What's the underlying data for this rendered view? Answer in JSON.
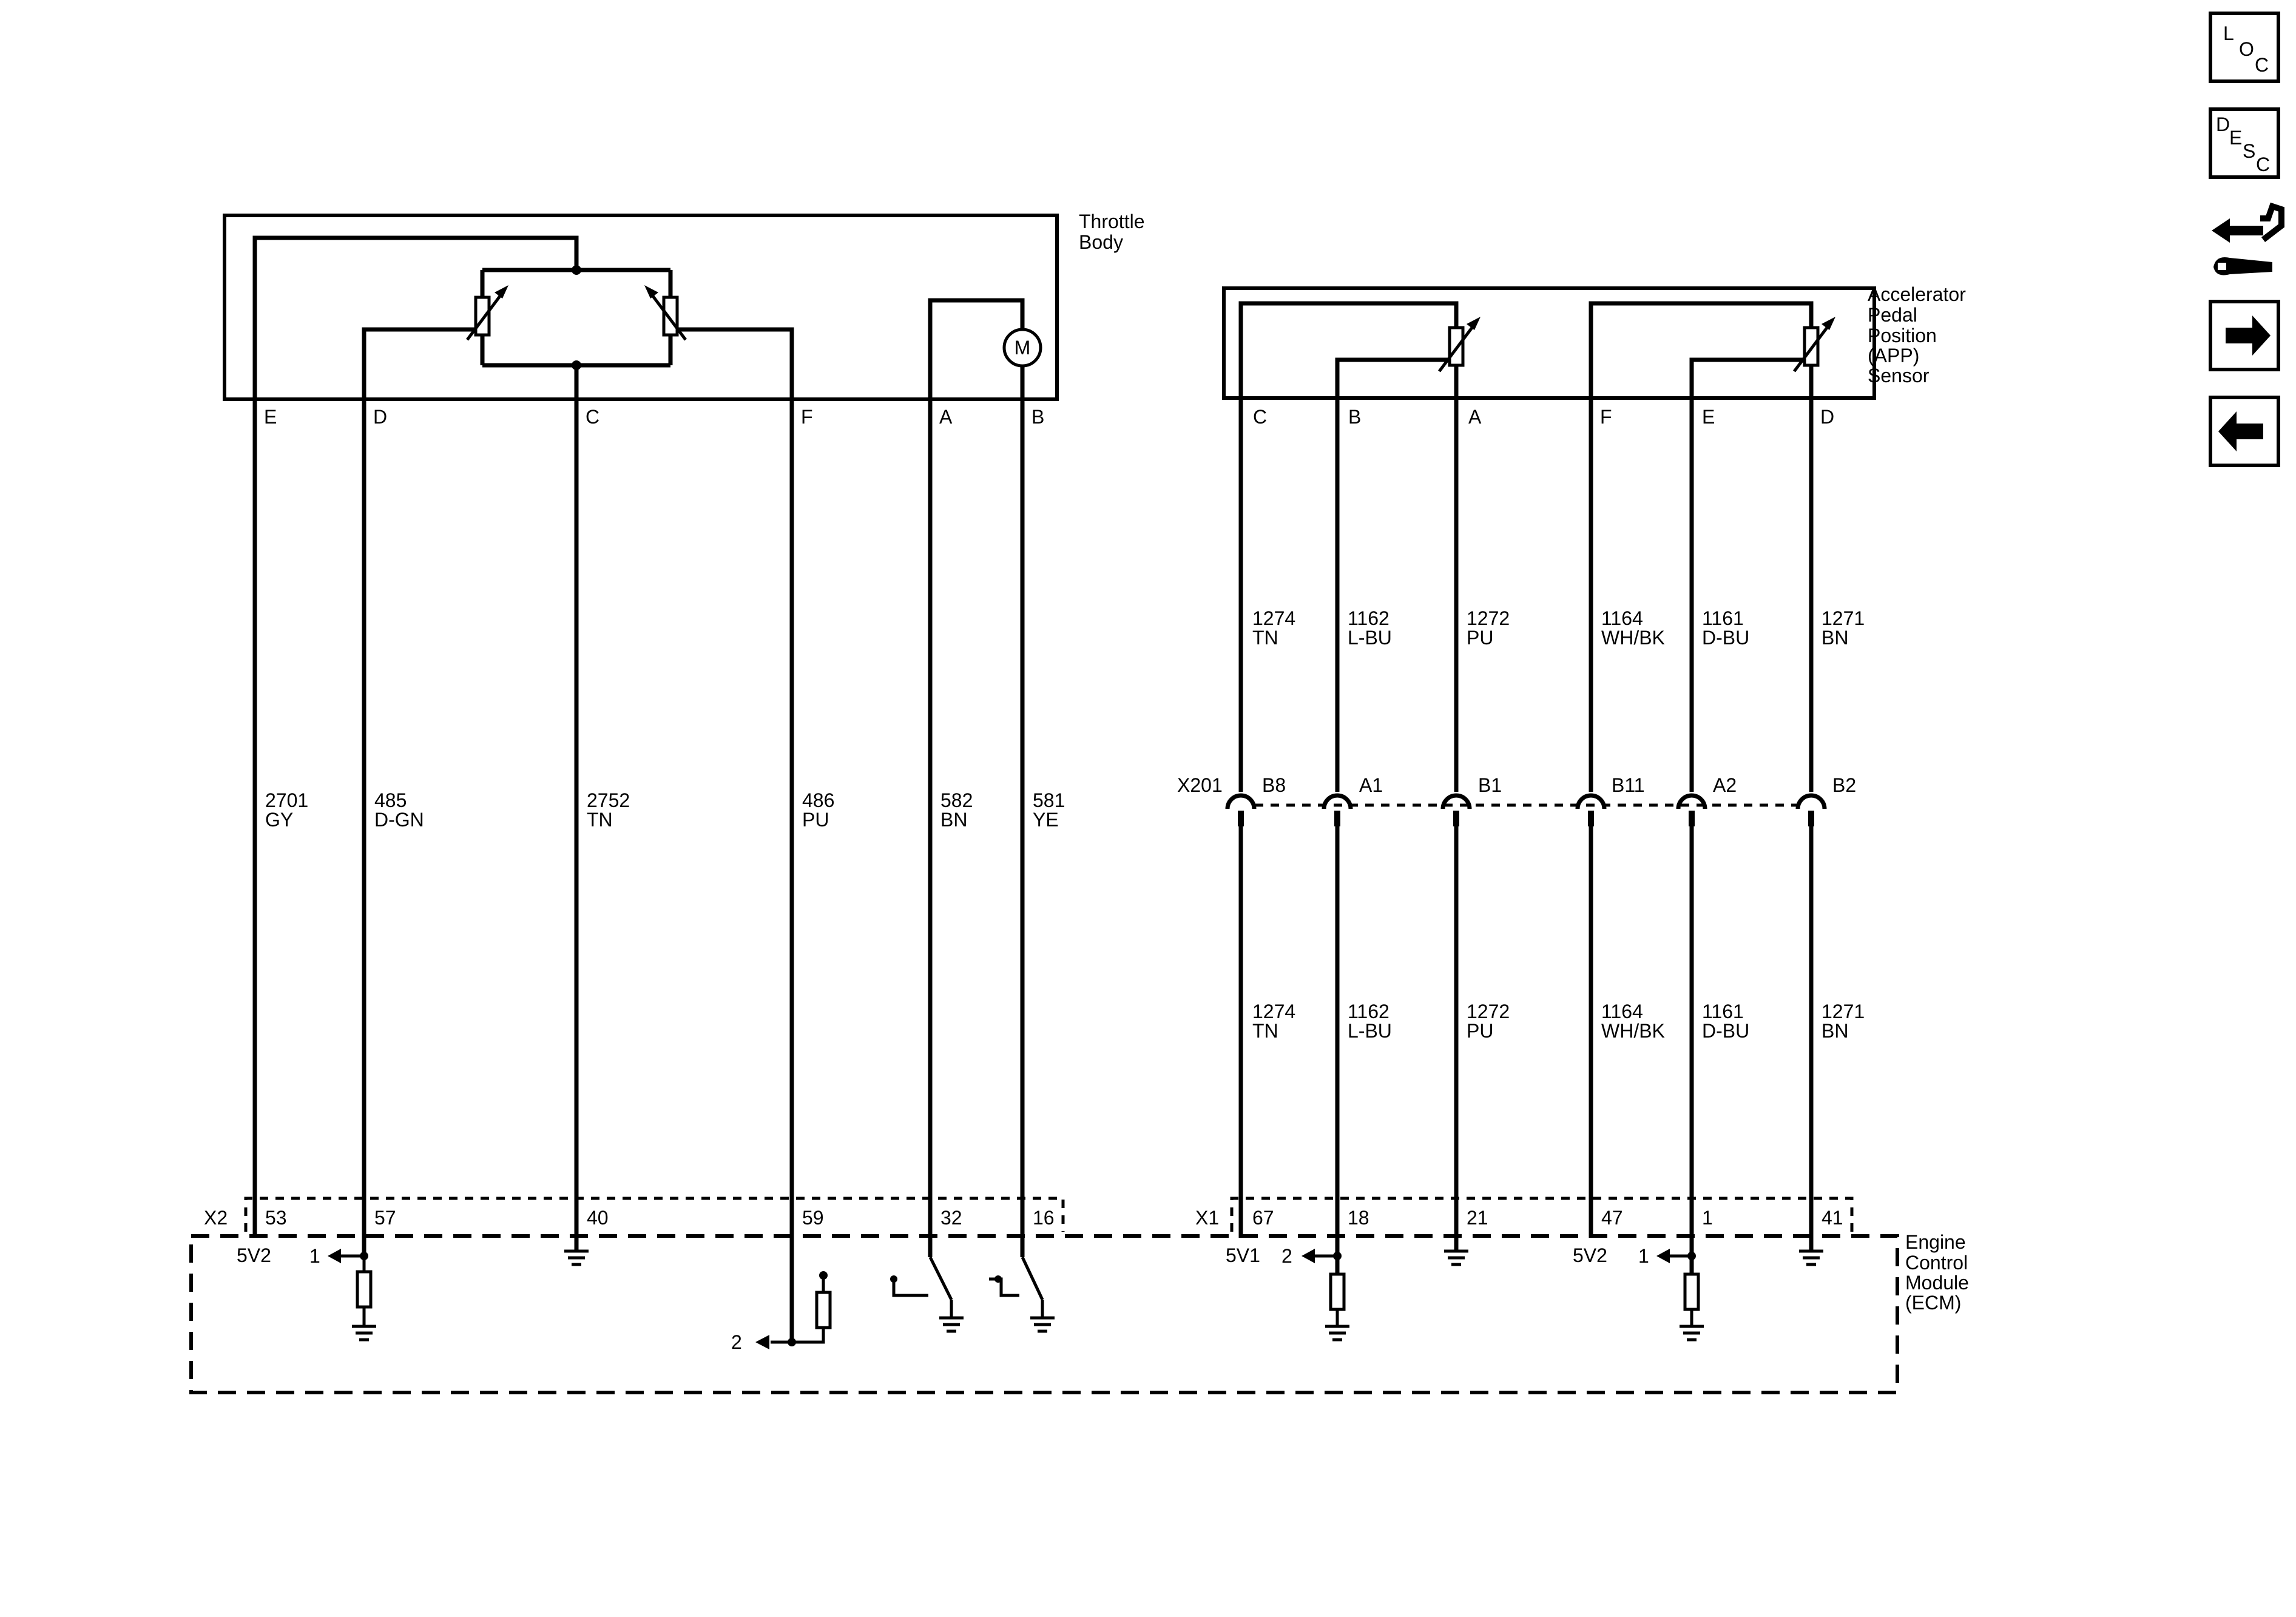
{
  "throttle_body": {
    "label_line1": "Throttle",
    "label_line2": "Body",
    "motor_symbol": "M",
    "pins": [
      "E",
      "D",
      "C",
      "F",
      "A",
      "B"
    ]
  },
  "app_sensor": {
    "label_lines": [
      "Accelerator",
      "Pedal",
      "Position",
      "(APP)",
      "Sensor"
    ],
    "pins": [
      "C",
      "B",
      "A",
      "F",
      "E",
      "D"
    ]
  },
  "throttle_wires": [
    {
      "circuit": "2701",
      "color": "GY"
    },
    {
      "circuit": "485",
      "color": "D-GN"
    },
    {
      "circuit": "2752",
      "color": "TN"
    },
    {
      "circuit": "486",
      "color": "PU"
    },
    {
      "circuit": "582",
      "color": "BN"
    },
    {
      "circuit": "581",
      "color": "YE"
    }
  ],
  "app_wires_upper": [
    {
      "circuit": "1274",
      "color": "TN"
    },
    {
      "circuit": "1162",
      "color": "L-BU"
    },
    {
      "circuit": "1272",
      "color": "PU"
    },
    {
      "circuit": "1164",
      "color": "WH/BK"
    },
    {
      "circuit": "1161",
      "color": "D-BU"
    },
    {
      "circuit": "1271",
      "color": "BN"
    }
  ],
  "app_wires_lower": [
    {
      "circuit": "1274",
      "color": "TN"
    },
    {
      "circuit": "1162",
      "color": "L-BU"
    },
    {
      "circuit": "1272",
      "color": "PU"
    },
    {
      "circuit": "1164",
      "color": "WH/BK"
    },
    {
      "circuit": "1161",
      "color": "D-BU"
    },
    {
      "circuit": "1271",
      "color": "BN"
    }
  ],
  "inline_connector": {
    "name": "X201",
    "pins": [
      "B8",
      "A1",
      "B1",
      "B11",
      "A2",
      "B2"
    ]
  },
  "ecm": {
    "label_lines": [
      "Engine",
      "Control",
      "Module",
      "(ECM)"
    ],
    "x2": {
      "name": "X2",
      "pins": [
        "53",
        "57",
        "40",
        "59",
        "32",
        "16"
      ]
    },
    "x1": {
      "name": "X1",
      "pins": [
        "67",
        "18",
        "21",
        "47",
        "1",
        "41"
      ]
    },
    "ref_5v2_left": "5V2",
    "ref_5v1": "5V1",
    "ref_5v2_right": "5V2",
    "arrow_labels": {
      "x2_d": "1",
      "x2_f": "2",
      "x1_b": "2",
      "x1_e": "1"
    }
  },
  "sidebar": {
    "loc": {
      "l1": "L",
      "l2": "O",
      "l3": "C"
    },
    "desc": {
      "l1": "D",
      "l2": "E",
      "l3": "S",
      "l4": "C"
    },
    "icons": [
      "connector-tool-icon",
      "arrow-right-icon",
      "arrow-left-icon"
    ]
  }
}
